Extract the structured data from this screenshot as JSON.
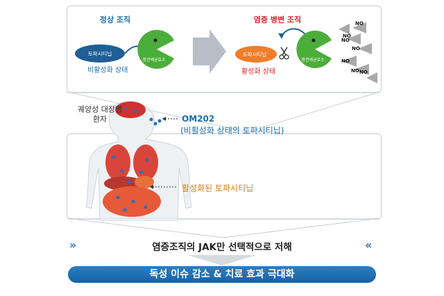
{
  "top_panel": {
    "normal_title": "정상 조직",
    "inflamed_title": "염증 병변 조직",
    "tofacitinib_label": "토파시티닙",
    "esterase_label": "장관세균효소",
    "inactive_state": "비활성화 상태",
    "active_state": "활성화 상태",
    "no_labels": [
      "NO",
      "NO",
      "NO",
      "NO",
      "NO",
      "NO",
      "NO"
    ]
  },
  "middle": {
    "patient_label": "궤양성 대장염\n환자",
    "om202_title": "OM202",
    "om202_sub": "(비활성화 상태의 토파시티닙)",
    "activated_label": "활성화된 토파시티닙"
  },
  "bottom": {
    "jak_text": "염증조직의 JAK만 선택적으로 저해",
    "chevron_left": "»",
    "chevron_right": "«",
    "banner_text": "독성 이슈 감소 & 치료 효과 극대화"
  },
  "colors": {
    "blue_capsule": "#1f5f96",
    "orange_capsule": "#ef7d2a",
    "pacman_green": "#4cae3a",
    "no_triangle": "#a9a9a9",
    "banner": "#1f6fb5"
  }
}
